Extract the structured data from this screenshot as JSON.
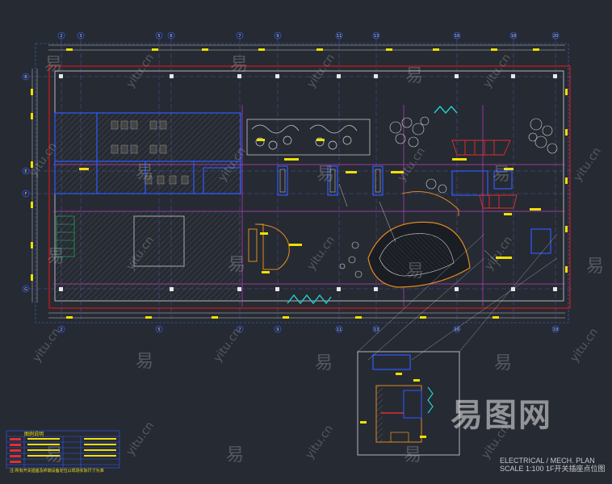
{
  "drawing": {
    "title_line1": "ELECTRICAL / MECH. PLAN",
    "title_line2": "SCALE 1:100    1F开关插座点位图",
    "legend_header": "图例说明",
    "notes": "注:所有开关插座及终端设备定位以现场实际尺寸为准"
  },
  "grid": {
    "top_labels": [
      "2",
      "3",
      "5",
      "6",
      "7",
      "9",
      "11",
      "13",
      "16",
      "18",
      "20"
    ],
    "bottom_labels": [
      "2",
      "5",
      "7",
      "9",
      "11",
      "13",
      "16",
      "19"
    ],
    "left_labels": [
      "B",
      "E",
      "F",
      "G"
    ]
  },
  "watermark": {
    "cn": "易",
    "lat": "yitu.cn",
    "brand": "易图网"
  },
  "colors": {
    "background": "#262a33",
    "wall": "#2f5bff",
    "red_border": "#d01a1a",
    "yellow": "#f0e000",
    "magenta": "#d040d0",
    "orange": "#e08a20",
    "white": "#cfcfcf",
    "cyan": "#20d0d0"
  }
}
